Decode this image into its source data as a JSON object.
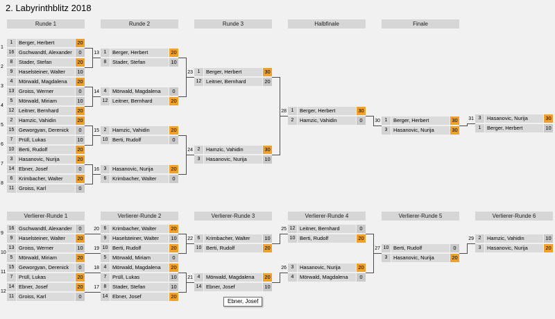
{
  "title": "2. Labyrinthblitz 2018",
  "tooltip": {
    "text": "Ebner, Josef"
  },
  "colors": {
    "winner_highlight": "#efa12c",
    "loser_score_box": "#c9c9c9",
    "name_box": "#dbdbdb",
    "header_box": "#d6d6d6",
    "background": "#f1f1f1"
  },
  "winners_bracket": {
    "rounds": [
      {
        "label": "Runde 1",
        "matches": [
          {
            "number": 1,
            "players": [
              {
                "seed": 1,
                "name": "Berger, Herbert",
                "score": "20",
                "win": true
              },
              {
                "seed": 16,
                "name": "Gschwandtl, Alexander",
                "score": "0",
                "win": false
              }
            ]
          },
          {
            "number": 2,
            "players": [
              {
                "seed": 8,
                "name": "Stader, Stefan",
                "score": "20",
                "win": true
              },
              {
                "seed": 9,
                "name": "Haselsteiner, Walter",
                "score": "10",
                "win": false
              }
            ]
          },
          {
            "number": 3,
            "players": [
              {
                "seed": 4,
                "name": "Mörwald, Magdalena",
                "score": "20",
                "win": true
              },
              {
                "seed": 13,
                "name": "Groiss, Werner",
                "score": "0",
                "win": false
              }
            ]
          },
          {
            "number": 4,
            "players": [
              {
                "seed": 5,
                "name": "Mörwald, Miriam",
                "score": "10",
                "win": false
              },
              {
                "seed": 12,
                "name": "Leitner, Bernhard",
                "score": "20",
                "win": true
              }
            ]
          },
          {
            "number": 5,
            "players": [
              {
                "seed": 2,
                "name": "Hamzic, Vahidin",
                "score": "20",
                "win": true
              },
              {
                "seed": 15,
                "name": "Geworgyan, Derenick",
                "score": "0",
                "win": false
              }
            ]
          },
          {
            "number": 6,
            "players": [
              {
                "seed": 7,
                "name": "Prüll, Lukas",
                "score": "10",
                "win": false
              },
              {
                "seed": 10,
                "name": "Berti, Rudolf",
                "score": "20",
                "win": true
              }
            ]
          },
          {
            "number": 7,
            "players": [
              {
                "seed": 3,
                "name": "Hasanovic, Nurija",
                "score": "20",
                "win": true
              },
              {
                "seed": 14,
                "name": "Ebner, Josef",
                "score": "0",
                "win": false
              }
            ]
          },
          {
            "number": 8,
            "players": [
              {
                "seed": 6,
                "name": "Krimbacher, Walter",
                "score": "20",
                "win": true
              },
              {
                "seed": 11,
                "name": "Groiss, Karl",
                "score": "0",
                "win": false
              }
            ]
          }
        ]
      },
      {
        "label": "Runde 2",
        "matches": [
          {
            "number": 13,
            "players": [
              {
                "seed": 1,
                "name": "Berger, Herbert",
                "score": "20",
                "win": true
              },
              {
                "seed": 8,
                "name": "Stader, Stefan",
                "score": "10",
                "win": false
              }
            ]
          },
          {
            "number": 14,
            "players": [
              {
                "seed": 4,
                "name": "Mörwald, Magdalena",
                "score": "0",
                "win": false
              },
              {
                "seed": 12,
                "name": "Leitner, Bernhard",
                "score": "20",
                "win": true
              }
            ]
          },
          {
            "number": 15,
            "players": [
              {
                "seed": 2,
                "name": "Hamzic, Vahidin",
                "score": "20",
                "win": true
              },
              {
                "seed": 10,
                "name": "Berti, Rudolf",
                "score": "0",
                "win": false
              }
            ]
          },
          {
            "number": 16,
            "players": [
              {
                "seed": 3,
                "name": "Hasanovic, Nurija",
                "score": "20",
                "win": true
              },
              {
                "seed": 6,
                "name": "Krimbacher, Walter",
                "score": "0",
                "win": false
              }
            ]
          }
        ]
      },
      {
        "label": "Runde 3",
        "matches": [
          {
            "number": 23,
            "players": [
              {
                "seed": 1,
                "name": "Berger, Herbert",
                "score": "30",
                "win": true
              },
              {
                "seed": 12,
                "name": "Leitner, Bernhard",
                "score": "20",
                "win": false
              }
            ]
          },
          {
            "number": 24,
            "players": [
              {
                "seed": 2,
                "name": "Hamzic, Vahidin",
                "score": "30",
                "win": true
              },
              {
                "seed": 3,
                "name": "Hasanovic, Nurija",
                "score": "10",
                "win": false
              }
            ]
          }
        ]
      },
      {
        "label": "Halbfinale",
        "matches": [
          {
            "number": 28,
            "players": [
              {
                "seed": 1,
                "name": "Berger, Herbert",
                "score": "30",
                "win": true
              },
              {
                "seed": 2,
                "name": "Hamzic, Vahidin",
                "score": "0",
                "win": false
              }
            ]
          }
        ]
      },
      {
        "label": "Finale",
        "matches": [
          {
            "number": 30,
            "players": [
              {
                "seed": 1,
                "name": "Berger, Herbert",
                "score": "30",
                "win": true
              },
              {
                "seed": 3,
                "name": "Hasanovic, Nurija",
                "score": "30",
                "win": true
              }
            ]
          }
        ]
      },
      {
        "label": "",
        "matches": [
          {
            "number": 31,
            "players": [
              {
                "seed": 3,
                "name": "Hasanovic, Nurija",
                "score": "30",
                "win": true
              },
              {
                "seed": 1,
                "name": "Berger, Herbert",
                "score": "10",
                "win": false
              }
            ]
          }
        ]
      }
    ]
  },
  "losers_bracket": {
    "rounds": [
      {
        "label": "Verlierer-Runde 1",
        "matches": [
          {
            "number": 9,
            "players": [
              {
                "seed": 16,
                "name": "Gschwandtl, Alexander",
                "score": "0",
                "win": false
              },
              {
                "seed": 9,
                "name": "Haselsteiner, Walter",
                "score": "20",
                "win": true
              }
            ]
          },
          {
            "number": 10,
            "players": [
              {
                "seed": 13,
                "name": "Groiss, Werner",
                "score": "10",
                "win": false
              },
              {
                "seed": 5,
                "name": "Mörwald, Miriam",
                "score": "20",
                "win": true
              }
            ]
          },
          {
            "number": 11,
            "players": [
              {
                "seed": 15,
                "name": "Geworgyan, Derenick",
                "score": "0",
                "win": false
              },
              {
                "seed": 7,
                "name": "Prüll, Lukas",
                "score": "20",
                "win": true
              }
            ]
          },
          {
            "number": 12,
            "players": [
              {
                "seed": 14,
                "name": "Ebner, Josef",
                "score": "20",
                "win": true
              },
              {
                "seed": 11,
                "name": "Groiss, Karl",
                "score": "0",
                "win": false
              }
            ]
          }
        ]
      },
      {
        "label": "Verlierer-Runde 2",
        "matches": [
          {
            "number": 20,
            "players": [
              {
                "seed": 6,
                "name": "Krimbacher, Walter",
                "score": "20",
                "win": true
              },
              {
                "seed": 9,
                "name": "Haselsteiner, Walter",
                "score": "10",
                "win": false
              }
            ]
          },
          {
            "number": 19,
            "players": [
              {
                "seed": 10,
                "name": "Berti, Rudolf",
                "score": "20",
                "win": true
              },
              {
                "seed": 5,
                "name": "Mörwald, Miriam",
                "score": "0",
                "win": false
              }
            ]
          },
          {
            "number": 18,
            "players": [
              {
                "seed": 4,
                "name": "Mörwald, Magdalena",
                "score": "20",
                "win": true
              },
              {
                "seed": 7,
                "name": "Prüll, Lukas",
                "score": "10",
                "win": false
              }
            ]
          },
          {
            "number": 17,
            "players": [
              {
                "seed": 8,
                "name": "Stader, Stefan",
                "score": "10",
                "win": false
              },
              {
                "seed": 14,
                "name": "Ebner, Josef",
                "score": "20",
                "win": true
              }
            ]
          }
        ]
      },
      {
        "label": "Verlierer-Runde 3",
        "matches": [
          {
            "number": 22,
            "players": [
              {
                "seed": 6,
                "name": "Krimbacher, Walter",
                "score": "10",
                "win": false
              },
              {
                "seed": 10,
                "name": "Berti, Rudolf",
                "score": "20",
                "win": true
              }
            ]
          },
          {
            "number": 21,
            "players": [
              {
                "seed": 4,
                "name": "Mörwald, Magdalena",
                "score": "20",
                "win": true
              },
              {
                "seed": 14,
                "name": "Ebner, Josef",
                "score": "10",
                "win": false
              }
            ]
          }
        ]
      },
      {
        "label": "Verlierer-Runde 4",
        "matches": [
          {
            "number": 25,
            "players": [
              {
                "seed": 12,
                "name": "Leitner, Bernhard",
                "score": "0",
                "win": false
              },
              {
                "seed": 10,
                "name": "Berti, Rudolf",
                "score": "20",
                "win": true
              }
            ]
          },
          {
            "number": 26,
            "players": [
              {
                "seed": 3,
                "name": "Hasanovic, Nurija",
                "score": "20",
                "win": true
              },
              {
                "seed": 4,
                "name": "Mörwald, Magdalena",
                "score": "0",
                "win": false
              }
            ]
          }
        ]
      },
      {
        "label": "Verlierer-Runde 5",
        "matches": [
          {
            "number": 27,
            "players": [
              {
                "seed": 10,
                "name": "Berti, Rudolf",
                "score": "0",
                "win": false
              },
              {
                "seed": 3,
                "name": "Hasanovic, Nurija",
                "score": "20",
                "win": true
              }
            ]
          }
        ]
      },
      {
        "label": "Verlierer-Runde 6",
        "matches": [
          {
            "number": 29,
            "players": [
              {
                "seed": 2,
                "name": "Hamzic, Vahidin",
                "score": "10",
                "win": false
              },
              {
                "seed": 3,
                "name": "Hasanovic, Nurija",
                "score": "20",
                "win": true
              }
            ]
          }
        ]
      }
    ]
  }
}
